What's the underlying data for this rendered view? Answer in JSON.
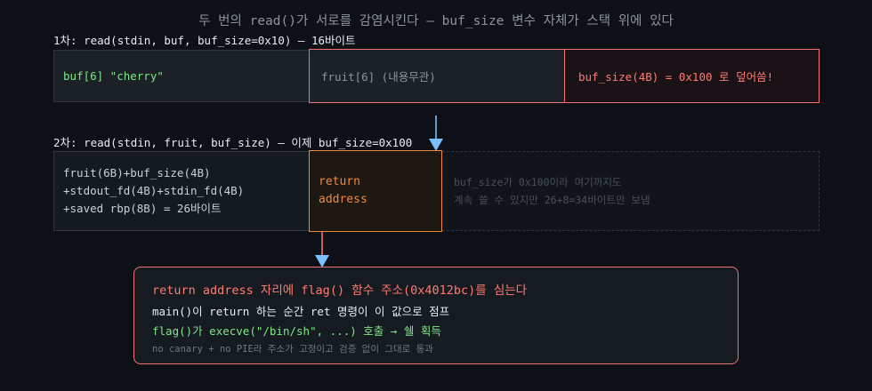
{
  "title": "두 번의 read()가 서로를 감염시킨다 — buf_size 변수 자체가 스택 위에 있다",
  "step1": {
    "label": "1차: read(stdin, buf, buf_size=0x10) — 16바이트",
    "cells": {
      "buf": "buf[6] \"cherry\"",
      "fruit": "fruit[6] (내용무관)",
      "buf_size": "buf_size(4B) = 0x100 로 덮어씀!"
    }
  },
  "step2": {
    "label": "2차: read(stdin, fruit, buf_size) — 이제 buf_size=0x100",
    "cells": {
      "lower_lines": [
        "fruit(6B)+buf_size(4B)",
        "+stdout_fd(4B)+stdin_fd(4B)",
        "+saved rbp(8B) = 26바이트"
      ],
      "return_lines": [
        "return",
        "address"
      ],
      "beyond_lines": [
        "buf_size가 0x100이라 여기까지도",
        "계속 쓸 수 있지만 26+8=34바이트만 보냄"
      ]
    }
  },
  "result": {
    "line1": "return address 자리에 flag() 함수 주소(0x4012bc)를 심는다",
    "line2": "main()이 return 하는 순간 ret 명령이 이 값으로 점프",
    "line3": "flag()가 execve(\"/bin/sh\", ...) 호출 → 쉘 획득",
    "line4": "no canary + no PIE라 주소가 고정이고 검증 없이 그대로 통과"
  },
  "colors": {
    "background": "#0d1117",
    "danger": "#f47174",
    "warning": "#f0883e",
    "success": "#7ee787",
    "arrow": "#79c0ff"
  }
}
